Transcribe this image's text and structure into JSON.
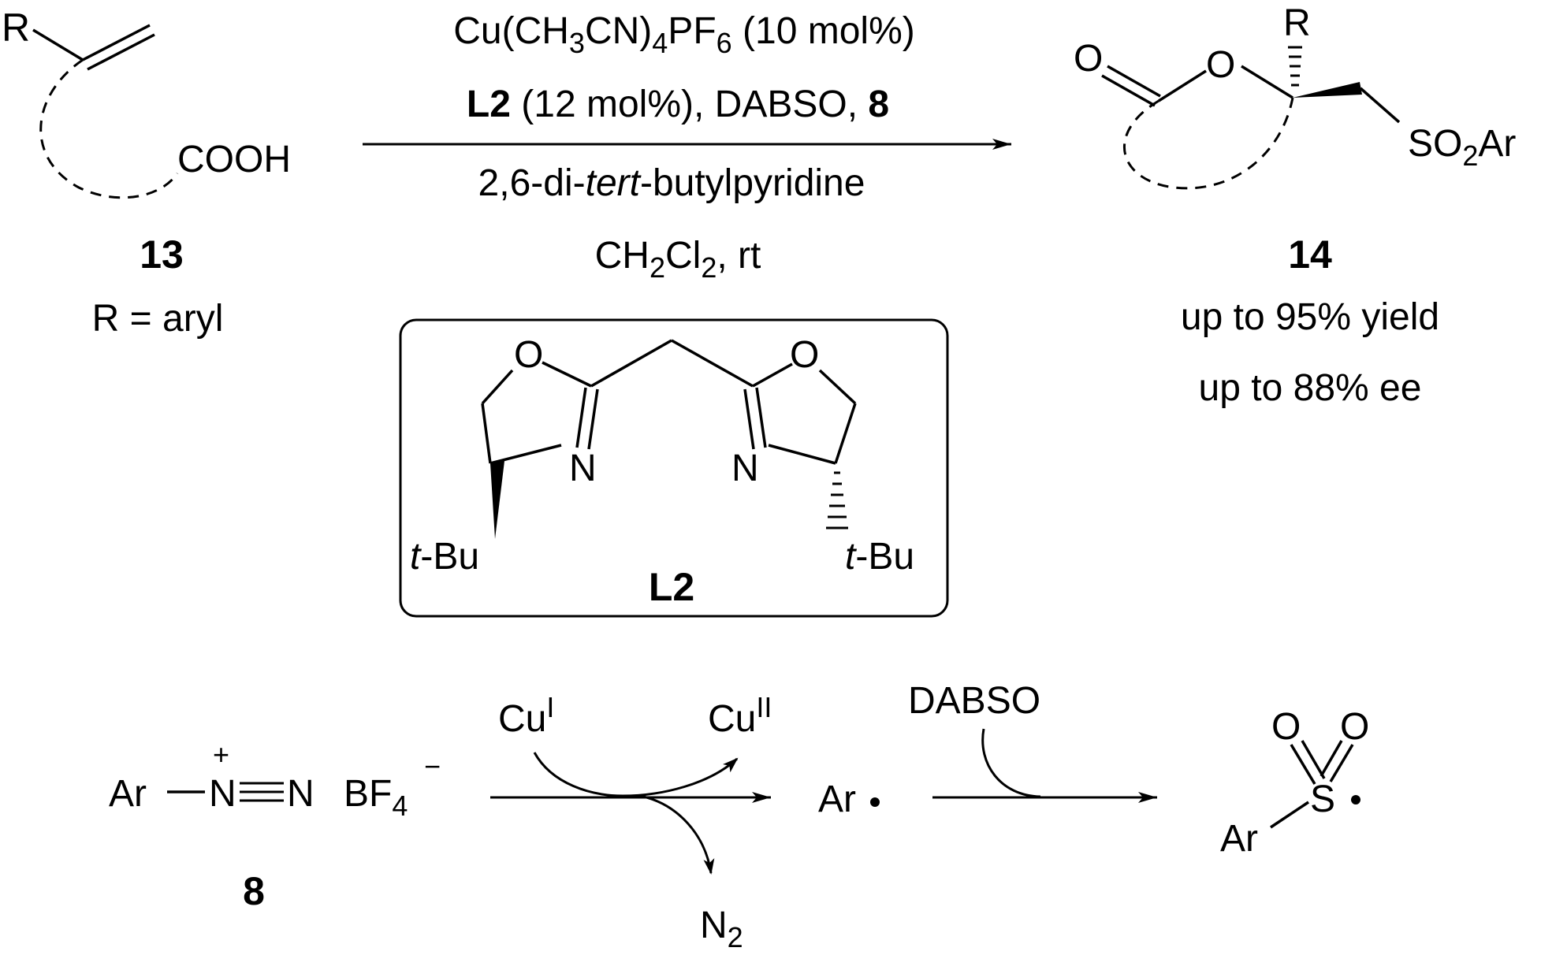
{
  "compound_13": {
    "R": "R",
    "cooh": "COOH",
    "number": "13",
    "note": "R = aryl"
  },
  "conditions": {
    "line1_a": "Cu(CH",
    "line1_s1": "3",
    "line1_b": "CN)",
    "line1_s2": "4",
    "line1_c": "PF",
    "line1_s3": "6",
    "line1_d": " (10 mol%)",
    "line2_l2": "L2",
    "line2_mid": " (12 mol%), DABSO, ",
    "line2_8": "8",
    "line3_a": "2,6-di-",
    "line3_tert": "tert",
    "line3_b": "-butylpyridine",
    "line4_a": "CH",
    "line4_s1": "2",
    "line4_b": "Cl",
    "line4_s2": "2",
    "line4_c": ", rt"
  },
  "compound_14": {
    "O_carbonyl": "O",
    "O_ring": "O",
    "R": "R",
    "so2ar_a": "SO",
    "so2ar_s": "2",
    "so2ar_b": "Ar",
    "number": "14",
    "yield": "up to 95% yield",
    "ee": "up to 88% ee"
  },
  "ligand_L2": {
    "O_left": "O",
    "O_right": "O",
    "N_left": "N",
    "N_right": "N",
    "tbu_t": "t",
    "tbu_rest": "-Bu",
    "label": "L2"
  },
  "mechanism": {
    "ar": "Ar",
    "plus": "+",
    "n1": "N",
    "n2": "N",
    "bf": "BF",
    "bf_s": "4",
    "minus": "−",
    "number": "8",
    "cu1": "Cu",
    "cu1_sup": "I",
    "cu2": "Cu",
    "cu2_sup": "II",
    "n2_gas": "N",
    "n2_gas_s": "2",
    "ar_radical": "Ar",
    "dabso": "DABSO",
    "so_O_left": "O",
    "so_O_right": "O",
    "so_S": "S",
    "so_Ar": "Ar"
  }
}
